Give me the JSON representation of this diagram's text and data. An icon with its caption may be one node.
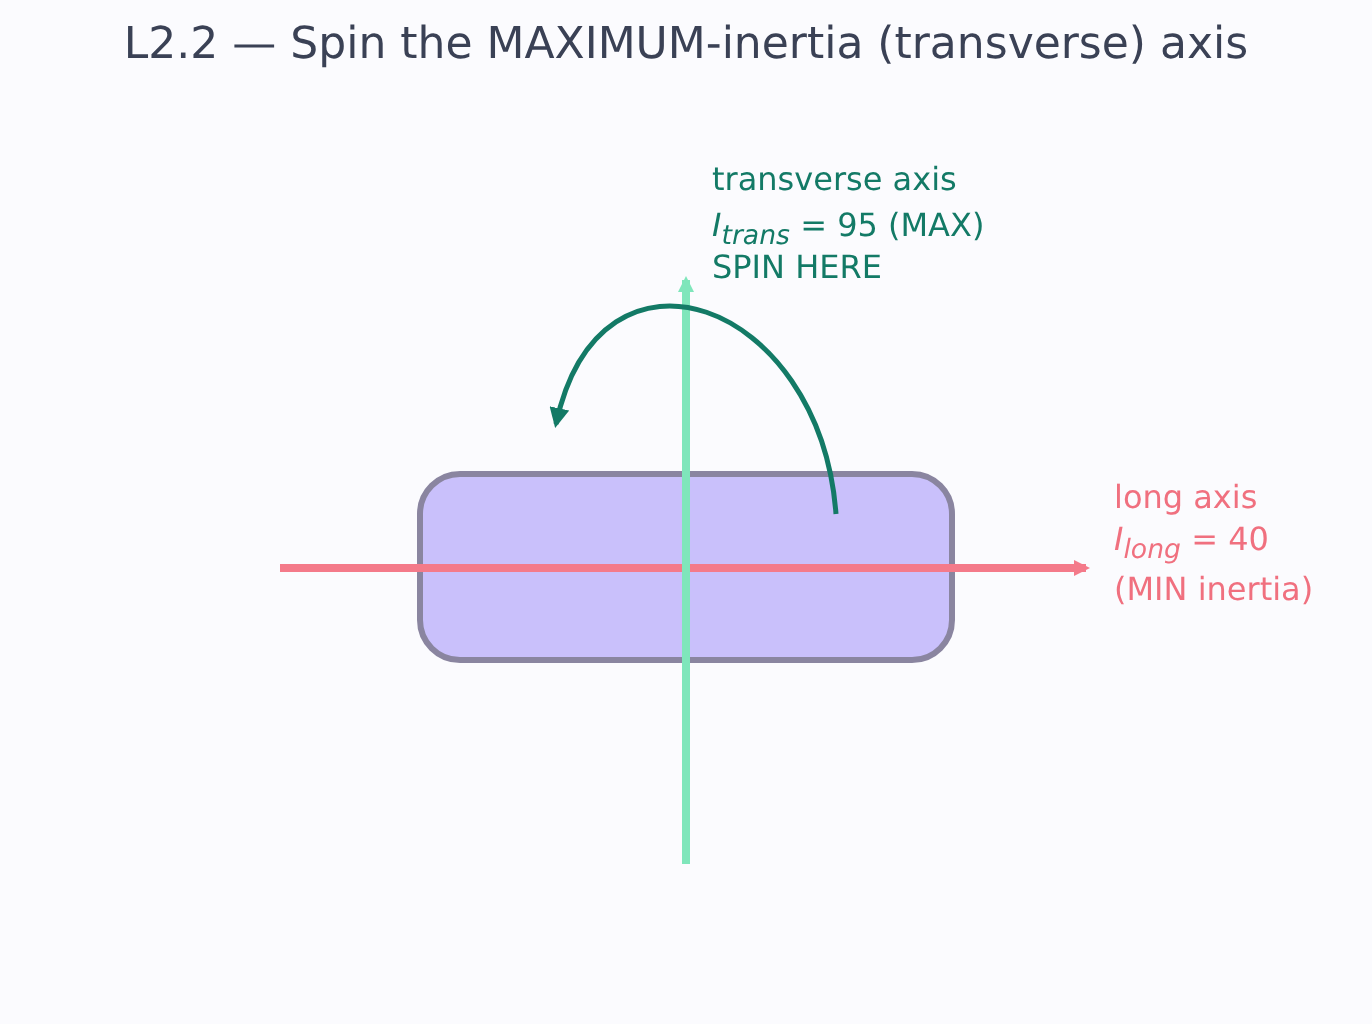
{
  "diagram": {
    "title": "L2.2 — Spin the MAXIMUM-inertia (transverse) axis",
    "nodes": [
      {
        "text": [],
        "shape": "box"
      }
    ],
    "labels": [
      "transverse axis",
      "*I*$_{trans}$ = 95 (MAX)",
      "SPIN HERE",
      "long axis",
      "*I*$_{long}$ = 40",
      "(MIN inertia)"
    ]
  }
}
